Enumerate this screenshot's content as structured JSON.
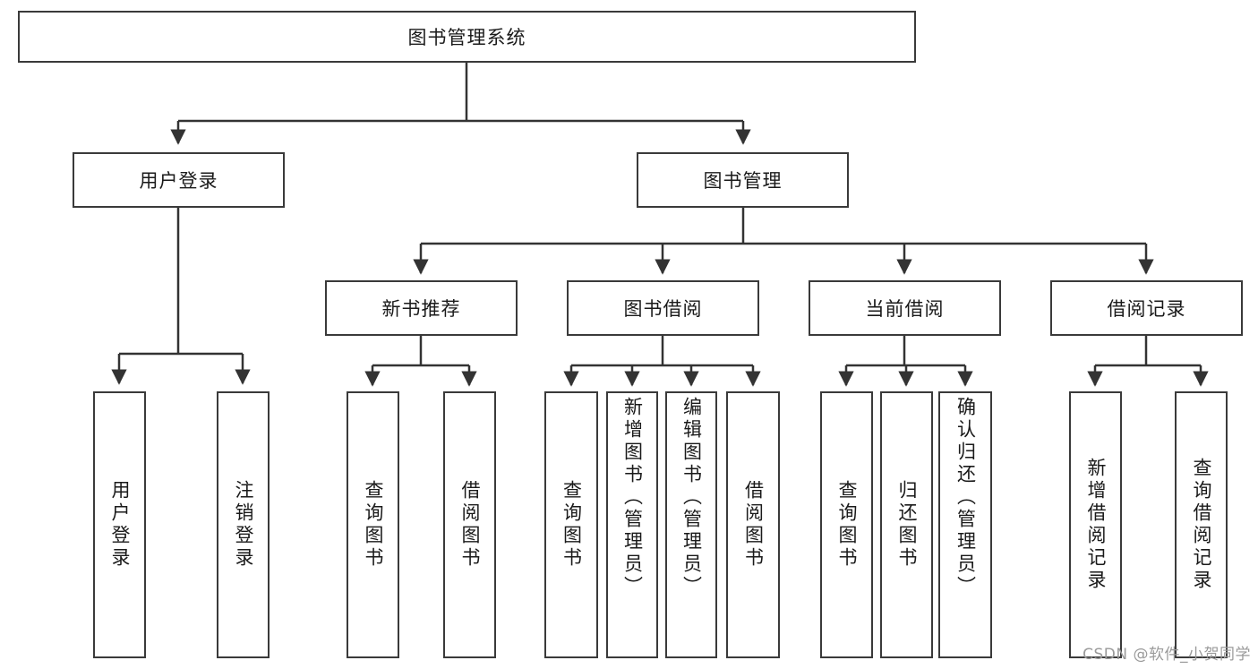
{
  "diagram": {
    "type": "tree-hierarchy",
    "title": "图书管理系统",
    "watermark": "CSDN @软件_小贺同学",
    "colors": {
      "box_border": "#3a3a3a",
      "box_fill": "#ffffff",
      "connector": "#333333",
      "text": "#1a1a1a",
      "watermark": "#9a9a9a",
      "background": "#ffffff"
    },
    "root": {
      "id": "root",
      "label": "图书管理系统",
      "orientation": "horizontal"
    },
    "level1": [
      {
        "id": "user-login",
        "label": "用户登录",
        "orientation": "horizontal"
      },
      {
        "id": "book-manage",
        "label": "图书管理",
        "orientation": "horizontal"
      }
    ],
    "level2": [
      {
        "id": "new-book-recommend",
        "label": "新书推荐",
        "orientation": "horizontal",
        "parent": "book-manage"
      },
      {
        "id": "book-borrow",
        "label": "图书借阅",
        "orientation": "horizontal",
        "parent": "book-manage"
      },
      {
        "id": "current-borrow",
        "label": "当前借阅",
        "orientation": "horizontal",
        "parent": "book-manage"
      },
      {
        "id": "borrow-record",
        "label": "借阅记录",
        "orientation": "horizontal",
        "parent": "book-manage"
      }
    ],
    "leaves": [
      {
        "id": "leaf-user-login",
        "label": "用户登录",
        "orientation": "vertical",
        "parent": "user-login"
      },
      {
        "id": "leaf-logout",
        "label": "注销登录",
        "orientation": "vertical",
        "parent": "user-login"
      },
      {
        "id": "leaf-query-book-1",
        "label": "查询图书",
        "orientation": "vertical",
        "parent": "new-book-recommend"
      },
      {
        "id": "leaf-borrow-book-1",
        "label": "借阅图书",
        "orientation": "vertical",
        "parent": "new-book-recommend"
      },
      {
        "id": "leaf-query-book-2",
        "label": "查询图书",
        "orientation": "vertical",
        "parent": "book-borrow"
      },
      {
        "id": "leaf-add-book",
        "label": "新增图书（管理员）",
        "orientation": "vertical",
        "parent": "book-borrow"
      },
      {
        "id": "leaf-edit-book",
        "label": "编辑图书（管理员）",
        "orientation": "vertical",
        "parent": "book-borrow"
      },
      {
        "id": "leaf-borrow-book-2",
        "label": "借阅图书",
        "orientation": "vertical",
        "parent": "book-borrow"
      },
      {
        "id": "leaf-query-book-3",
        "label": "查询图书",
        "orientation": "vertical",
        "parent": "current-borrow"
      },
      {
        "id": "leaf-return-book",
        "label": "归还图书",
        "orientation": "vertical",
        "parent": "current-borrow"
      },
      {
        "id": "leaf-confirm-return",
        "label": "确认归还（管理员）",
        "orientation": "vertical",
        "parent": "current-borrow"
      },
      {
        "id": "leaf-add-record",
        "label": "新增借阅记录",
        "orientation": "vertical",
        "parent": "borrow-record"
      },
      {
        "id": "leaf-query-record",
        "label": "查询借阅记录",
        "orientation": "vertical",
        "parent": "borrow-record"
      }
    ]
  }
}
